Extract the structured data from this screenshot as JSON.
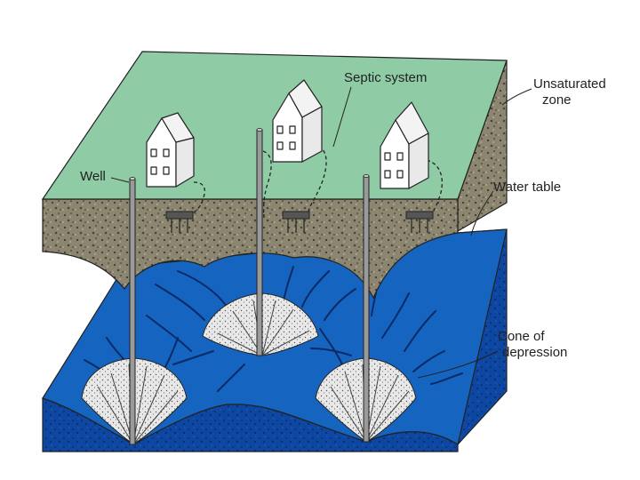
{
  "labels": {
    "septic_system": "Septic system",
    "unsaturated_zone_line1": "Unsaturated",
    "unsaturated_zone_line2": "zone",
    "water_table": "Water table",
    "cone_line1": "Cone of",
    "cone_line2": "depression",
    "well": "Well"
  },
  "colors": {
    "ground_surface": "#8fcca6",
    "soil": "#8c8670",
    "soil_dark": "#6f6a56",
    "aquifer_surface": "#1565c0",
    "aquifer_side": "#0d47a1",
    "aquifer_dark": "#0a3d8f",
    "cone_fill": "#e6e6e6",
    "house": "#ffffff",
    "line": "#222222"
  },
  "icons": [
    "house-icon",
    "well-pipe-icon",
    "septic-tank-icon"
  ]
}
